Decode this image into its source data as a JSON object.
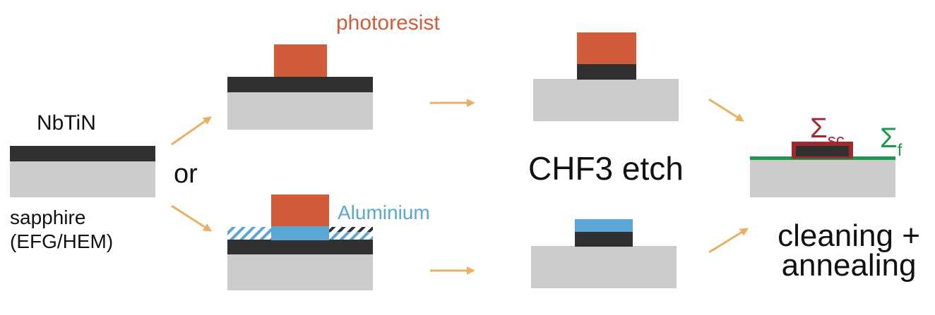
{
  "labels": {
    "nbtin": "NbTiN",
    "or": "or",
    "sapphire": "sapphire (EFG/HEM)",
    "photoresist": "photoresist",
    "aluminium": "Aluminium",
    "chf3_etch": "CHF3 etch",
    "cleaning_annealing": "cleaning + annealing",
    "sigma_sc_symbol": "Σ",
    "sigma_sc_sub": "sc",
    "sigma_f_symbol": "Σ",
    "sigma_f_sub": "f"
  },
  "colors": {
    "substrate": "#cccccc",
    "nbtin": "#303030",
    "photoresist": "#d05c3c",
    "aluminium": "#5aa6d4",
    "arrow": "#e8b060",
    "sigma_sc": "#a1292e",
    "sigma_f": "#1a9a4a",
    "text": "#111111"
  }
}
